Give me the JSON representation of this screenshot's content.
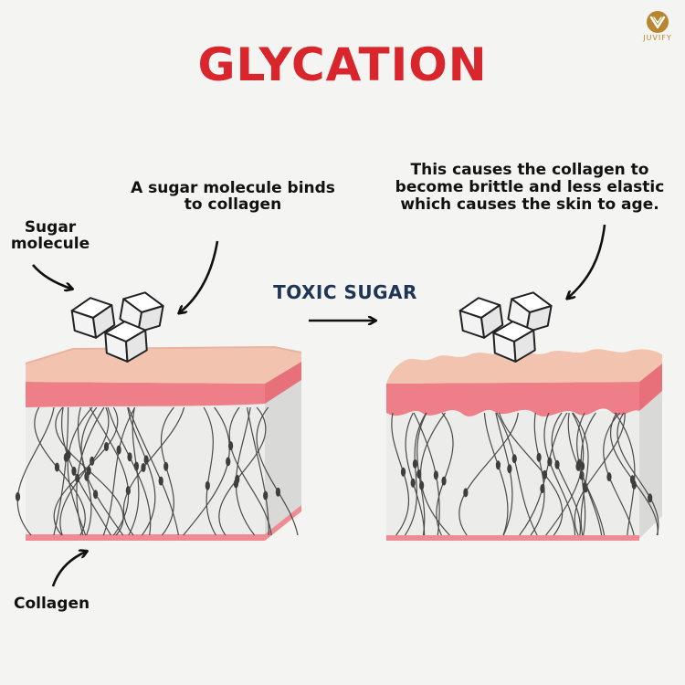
{
  "title": "GLYCATION",
  "brand": {
    "name": "JUVIFY",
    "accent": "#b8862e"
  },
  "labels": {
    "sugar_molecule_line1": "Sugar",
    "sugar_molecule_line2": "molecule",
    "binds_line1": "A sugar molecule binds",
    "binds_line2": "to collagen",
    "toxic_sugar": "TOXIC SUGAR",
    "brittle_line1": "This causes the collagen to",
    "brittle_line2": "become brittle and less elastic",
    "brittle_line3": "which causes the skin to age.",
    "collagen": "Collagen"
  },
  "colors": {
    "title": "#d9262c",
    "toxic_sugar": "#1f3556",
    "skin_top": "#f2c4b0",
    "skin_band": "#ee7f88",
    "dermis": "#ececea",
    "fiber": "#4a4a4a"
  },
  "icons": {
    "sugar_cube": "sugar-cube-icon",
    "arrow": "curved-arrow-icon",
    "brand_logo": "juvify-logo-icon"
  }
}
